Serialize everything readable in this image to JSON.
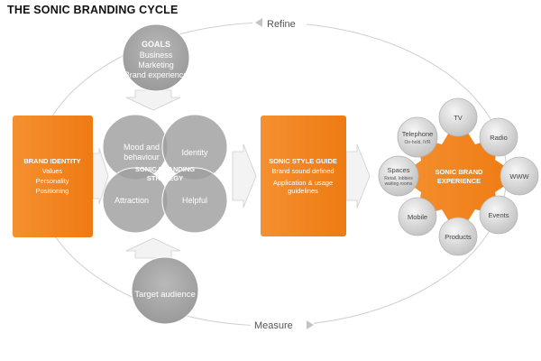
{
  "title": "THE SONIC BRANDING CYCLE",
  "cycle": {
    "top_label": "Refine",
    "bottom_label": "Measure"
  },
  "goals": {
    "heading": "GOALS",
    "items": [
      "Business",
      "Marketing",
      "Brand experience"
    ]
  },
  "brand_identity": {
    "heading": "BRAND IDENTITY",
    "items": [
      "Values",
      "Personality",
      "Positioning"
    ]
  },
  "strategy": {
    "center": [
      "SONIC BRANDING",
      "STRATEGY"
    ],
    "mood": [
      "Mood and",
      "behaviour"
    ],
    "identity": "Identity",
    "attraction": "Attraction",
    "helpful": "Helpful"
  },
  "target": {
    "label": "Target audience"
  },
  "style_guide": {
    "heading": "SONIC STYLE GUIDE",
    "items": [
      "Brand sound defined",
      "Application & usage",
      "guidelines"
    ]
  },
  "experience": {
    "center": [
      "SONIC BRAND",
      "EXPERIENCE"
    ],
    "nodes": {
      "tv": "TV",
      "radio": "Radio",
      "www": "WWW",
      "events": "Events",
      "products": "Products",
      "mobile": "Mobile",
      "spaces": {
        "title": "Spaces",
        "sub": [
          "Retail, lobbies",
          "waiting rooms"
        ]
      },
      "telephone": {
        "title": "Telephone",
        "sub": [
          "On-hold, IVR"
        ]
      }
    }
  },
  "colors": {
    "orange": "#f07f1c",
    "grey_circle": "#a6a6a6",
    "venn": "#9e9e9e",
    "node": "#d9d9d9",
    "cycle_line": "#cccccc"
  }
}
